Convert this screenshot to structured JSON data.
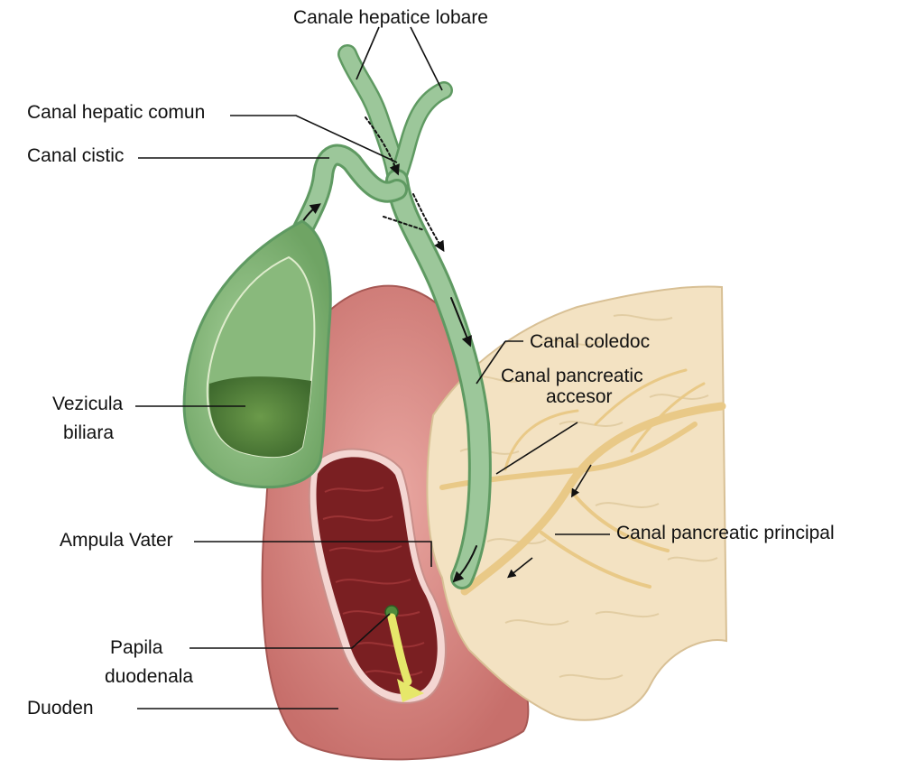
{
  "labels": {
    "canale_hepatice_lobare": "Canale hepatice lobare",
    "canal_hepatic_comun": "Canal hepatic comun",
    "canal_cistic": "Canal cistic",
    "canal_coledoc": "Canal coledoc",
    "canal_pancreatic_accesor_line1": "Canal pancreatic",
    "canal_pancreatic_accesor_line2": "accesor",
    "vezicula_biliara_line1": "Vezicula",
    "vezicula_biliara_line2": "biliara",
    "canal_pancreatic_principal": "Canal pancreatic principal",
    "ampula_vater": "Ampula Vater",
    "papila_duodenala_line1": "Papila",
    "papila_duodenala_line2": "duodenala",
    "duoden": "Duoden"
  },
  "colors": {
    "bile_duct": "#9cc79a",
    "bile_duct_dark": "#5f9a62",
    "gallbladder": "#8fbf85",
    "gallbladder_bile": "#4f7c3a",
    "duodenum": "#d98a86",
    "duodenum_dark": "#b9615f",
    "mucosa": "#7a1f22",
    "pancreas": "#f3e2c2",
    "pancreatic_duct": "#e9c987",
    "flow_arrow": "#e6e76a"
  }
}
